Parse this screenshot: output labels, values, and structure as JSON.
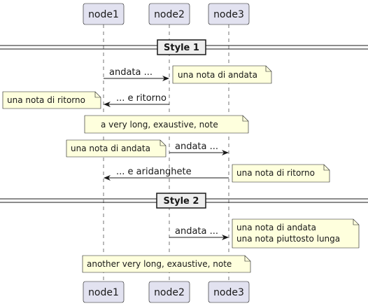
{
  "participants": [
    "node1",
    "node2",
    "node3"
  ],
  "dividers": [
    "Style 1",
    "Style 2"
  ],
  "messages": [
    "andata ...",
    "... e ritorno",
    "andata ...",
    "... e aridanghete",
    "andata ..."
  ],
  "notes": [
    "una nota di andata",
    "una nota di ritorno",
    "a very long, exaustive, note",
    "una nota di andata",
    "una nota di ritorno",
    "una nota di andata",
    "una nota piuttosto lunga",
    "another very long, exaustive, note"
  ],
  "colors": {
    "participant_fill": "#E2E2F0",
    "participant_border": "#181818",
    "note_fill": "#FEFFDD",
    "note_border": "#181818",
    "lifeline": "#181818",
    "divider_fill": "#EEEEEE"
  }
}
